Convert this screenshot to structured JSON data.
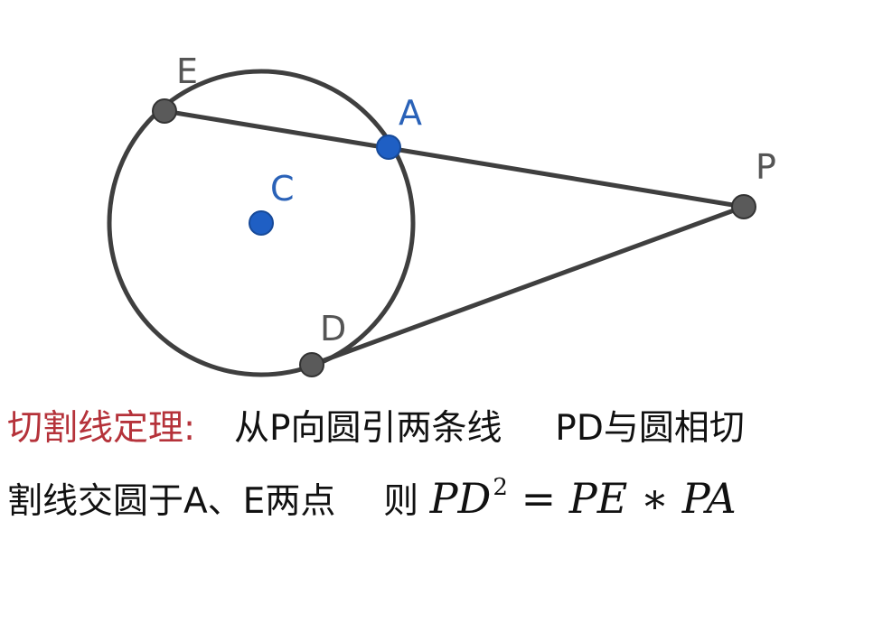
{
  "diagram": {
    "points": {
      "E": {
        "label": "E"
      },
      "A": {
        "label": "A"
      },
      "C": {
        "label": "C"
      },
      "P": {
        "label": "P"
      },
      "D": {
        "label": "D"
      }
    }
  },
  "theorem": {
    "title": "切割线定理:",
    "line1_a": "从P向圆引两条线",
    "line1_b": "PD与圆相切",
    "line2_a": "割线交圆于A、E两点",
    "line2_b": "则",
    "formula": {
      "lhs": "PD",
      "exponent": "2",
      "equals": "=",
      "rhs": "PE ∗ PA"
    }
  },
  "colors": {
    "title": "#b5323a",
    "line": "#3f3f3f",
    "gray_point": "#5a5a5a",
    "blue_point": "#1f5fc4",
    "blue_label": "#2a62b8",
    "gray_label": "#555555"
  }
}
